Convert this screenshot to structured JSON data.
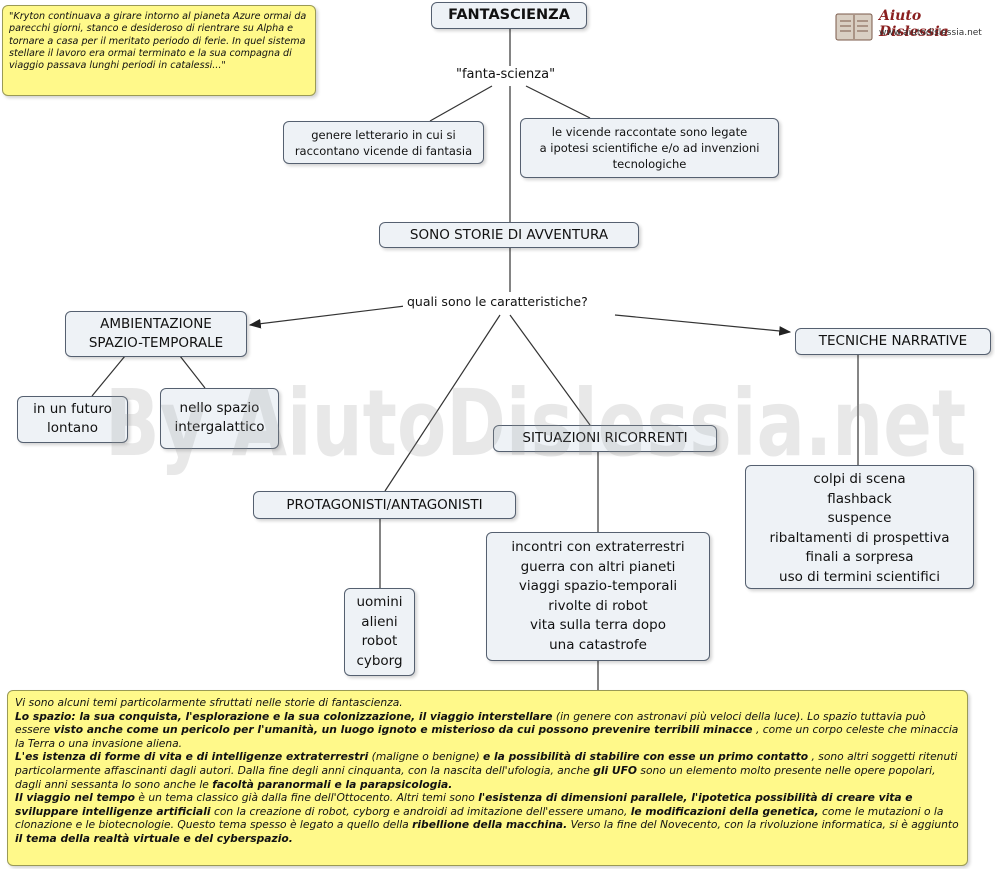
{
  "title": "FANTASCIENZA",
  "logo": {
    "name": "Aiuto Dislessia",
    "url": "www.aiutodislessia.net"
  },
  "watermark": "By AiutoDislessia.net",
  "quote": "\"Kryton continuava a girare intorno  al pianeta Azure ormai da parecchi giorni, stanco e desideroso di rientrare su Alpha e tornare a casa  per il meritato periodo di ferie. In quel sistema stellare  il lavoro era ormai terminato e la sua compagna di viaggio passava lunghi periodi in catalessi...\"",
  "link_fanta": "\"fanta-scienza\"",
  "def_left": [
    "genere letterario in cui si",
    "raccontano vicende di fantasia"
  ],
  "def_right": [
    "le vicende raccontate sono legate",
    "a ipotesi scientifiche e/o ad invenzioni",
    "tecnologiche"
  ],
  "stories": "SONO STORIE DI AVVENTURA",
  "link_caratt": "quali sono le caratteristiche?",
  "ambient": {
    "title": [
      "AMBIENTAZIONE",
      "SPAZIO-TEMPORALE"
    ],
    "future": [
      "in un futuro",
      "lontano"
    ],
    "space": [
      "nello spazio",
      "intergalattico"
    ]
  },
  "protag": {
    "title": "PROTAGONISTI/ANTAGONISTI",
    "items": [
      "uomini",
      "alieni",
      "robot",
      "cyborg"
    ]
  },
  "situaz": {
    "title": "SITUAZIONI RICORRENTI",
    "items": [
      "incontri con extraterrestri",
      "guerra con altri pianeti",
      "viaggi spazio-temporali",
      "rivolte di robot",
      "vita sulla terra dopo",
      "una catastrofe"
    ]
  },
  "tecniche": {
    "title": "TECNICHE NARRATIVE",
    "items": [
      "colpi di scena",
      "flashback",
      "suspence",
      "ribaltamenti di prospettiva",
      "finali a sorpresa",
      "uso di termini scientifici"
    ]
  },
  "bottom": {
    "intro": "Vi sono alcuni temi particolarmente sfruttati nelle storie di fantascienza.",
    "b1": "Lo spazio: la  sua conquista, l'esplorazione e la sua colonizzazione, il viaggio interstellare",
    "t1": "  (in genere con astronavi più veloci della luce). Lo spazio tuttavia può essere  ",
    "b2": "visto anche come un pericolo per l'umanità, un luogo ignoto e misterioso da cui possono prevenire terribili minacce",
    "t2": " , come un corpo celeste che minaccia la Terra o una invasione aliena.",
    "b3": "L'es istenza di forme di vita e di intelligenze extraterrestri",
    "t3": "   (maligne o benigne)  ",
    "b4": "e la possibilità di stabilire con esse un primo contatto",
    "t4": " , sono altri soggetti ritenuti particolarmente affascinanti dagli autori. Dalla fine degli anni cinquanta, con la nascita dell'ufologia, anche  ",
    "b5": "gli UFO",
    "t5": "  sono un elemento molto presente nelle opere popolari, dagli anni sessanta lo sono anche le  ",
    "b6": "facoltà paranormali e la parapsicologia.",
    "b7": "Il viaggio nel tempo",
    "t7": "  è un tema classico già dalla fine dell'Ottocento. Altri temi sono  ",
    "b8": "l'esistenza di dimensioni parallele, l'ipotetica possibilità di creare vita e sviluppare intelligenze artificiali",
    "t8": "  con la creazione di robot, cyborg e androidi ad imitazione dell'essere umano, ",
    "b9": "le modificazioni della genetica,",
    "t9": "  come le mutazioni o la clonazione e le biotecnologie. Questo tema spesso è legato a quello della  ",
    "b10": "ribellione della macchina.",
    "t10": "  Verso la fine del Novecento, con la rivoluzione informatica, si è aggiunto  ",
    "b11": "il tema della realtà virtuale e del cyberspazio."
  }
}
